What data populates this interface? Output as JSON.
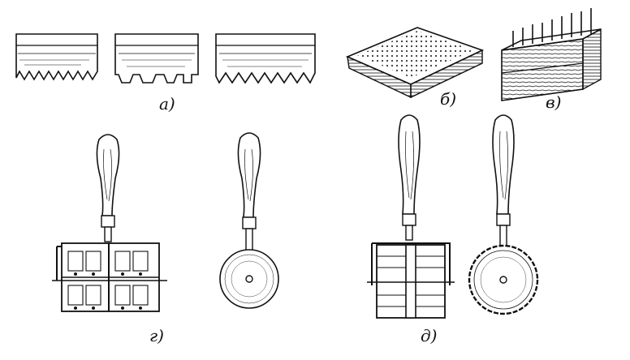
{
  "labels": {
    "a": "а)",
    "b": "б)",
    "v": "в)",
    "g": "г)",
    "d": "д)"
  },
  "colors": {
    "ink": "#111111",
    "paper": "#ffffff"
  }
}
